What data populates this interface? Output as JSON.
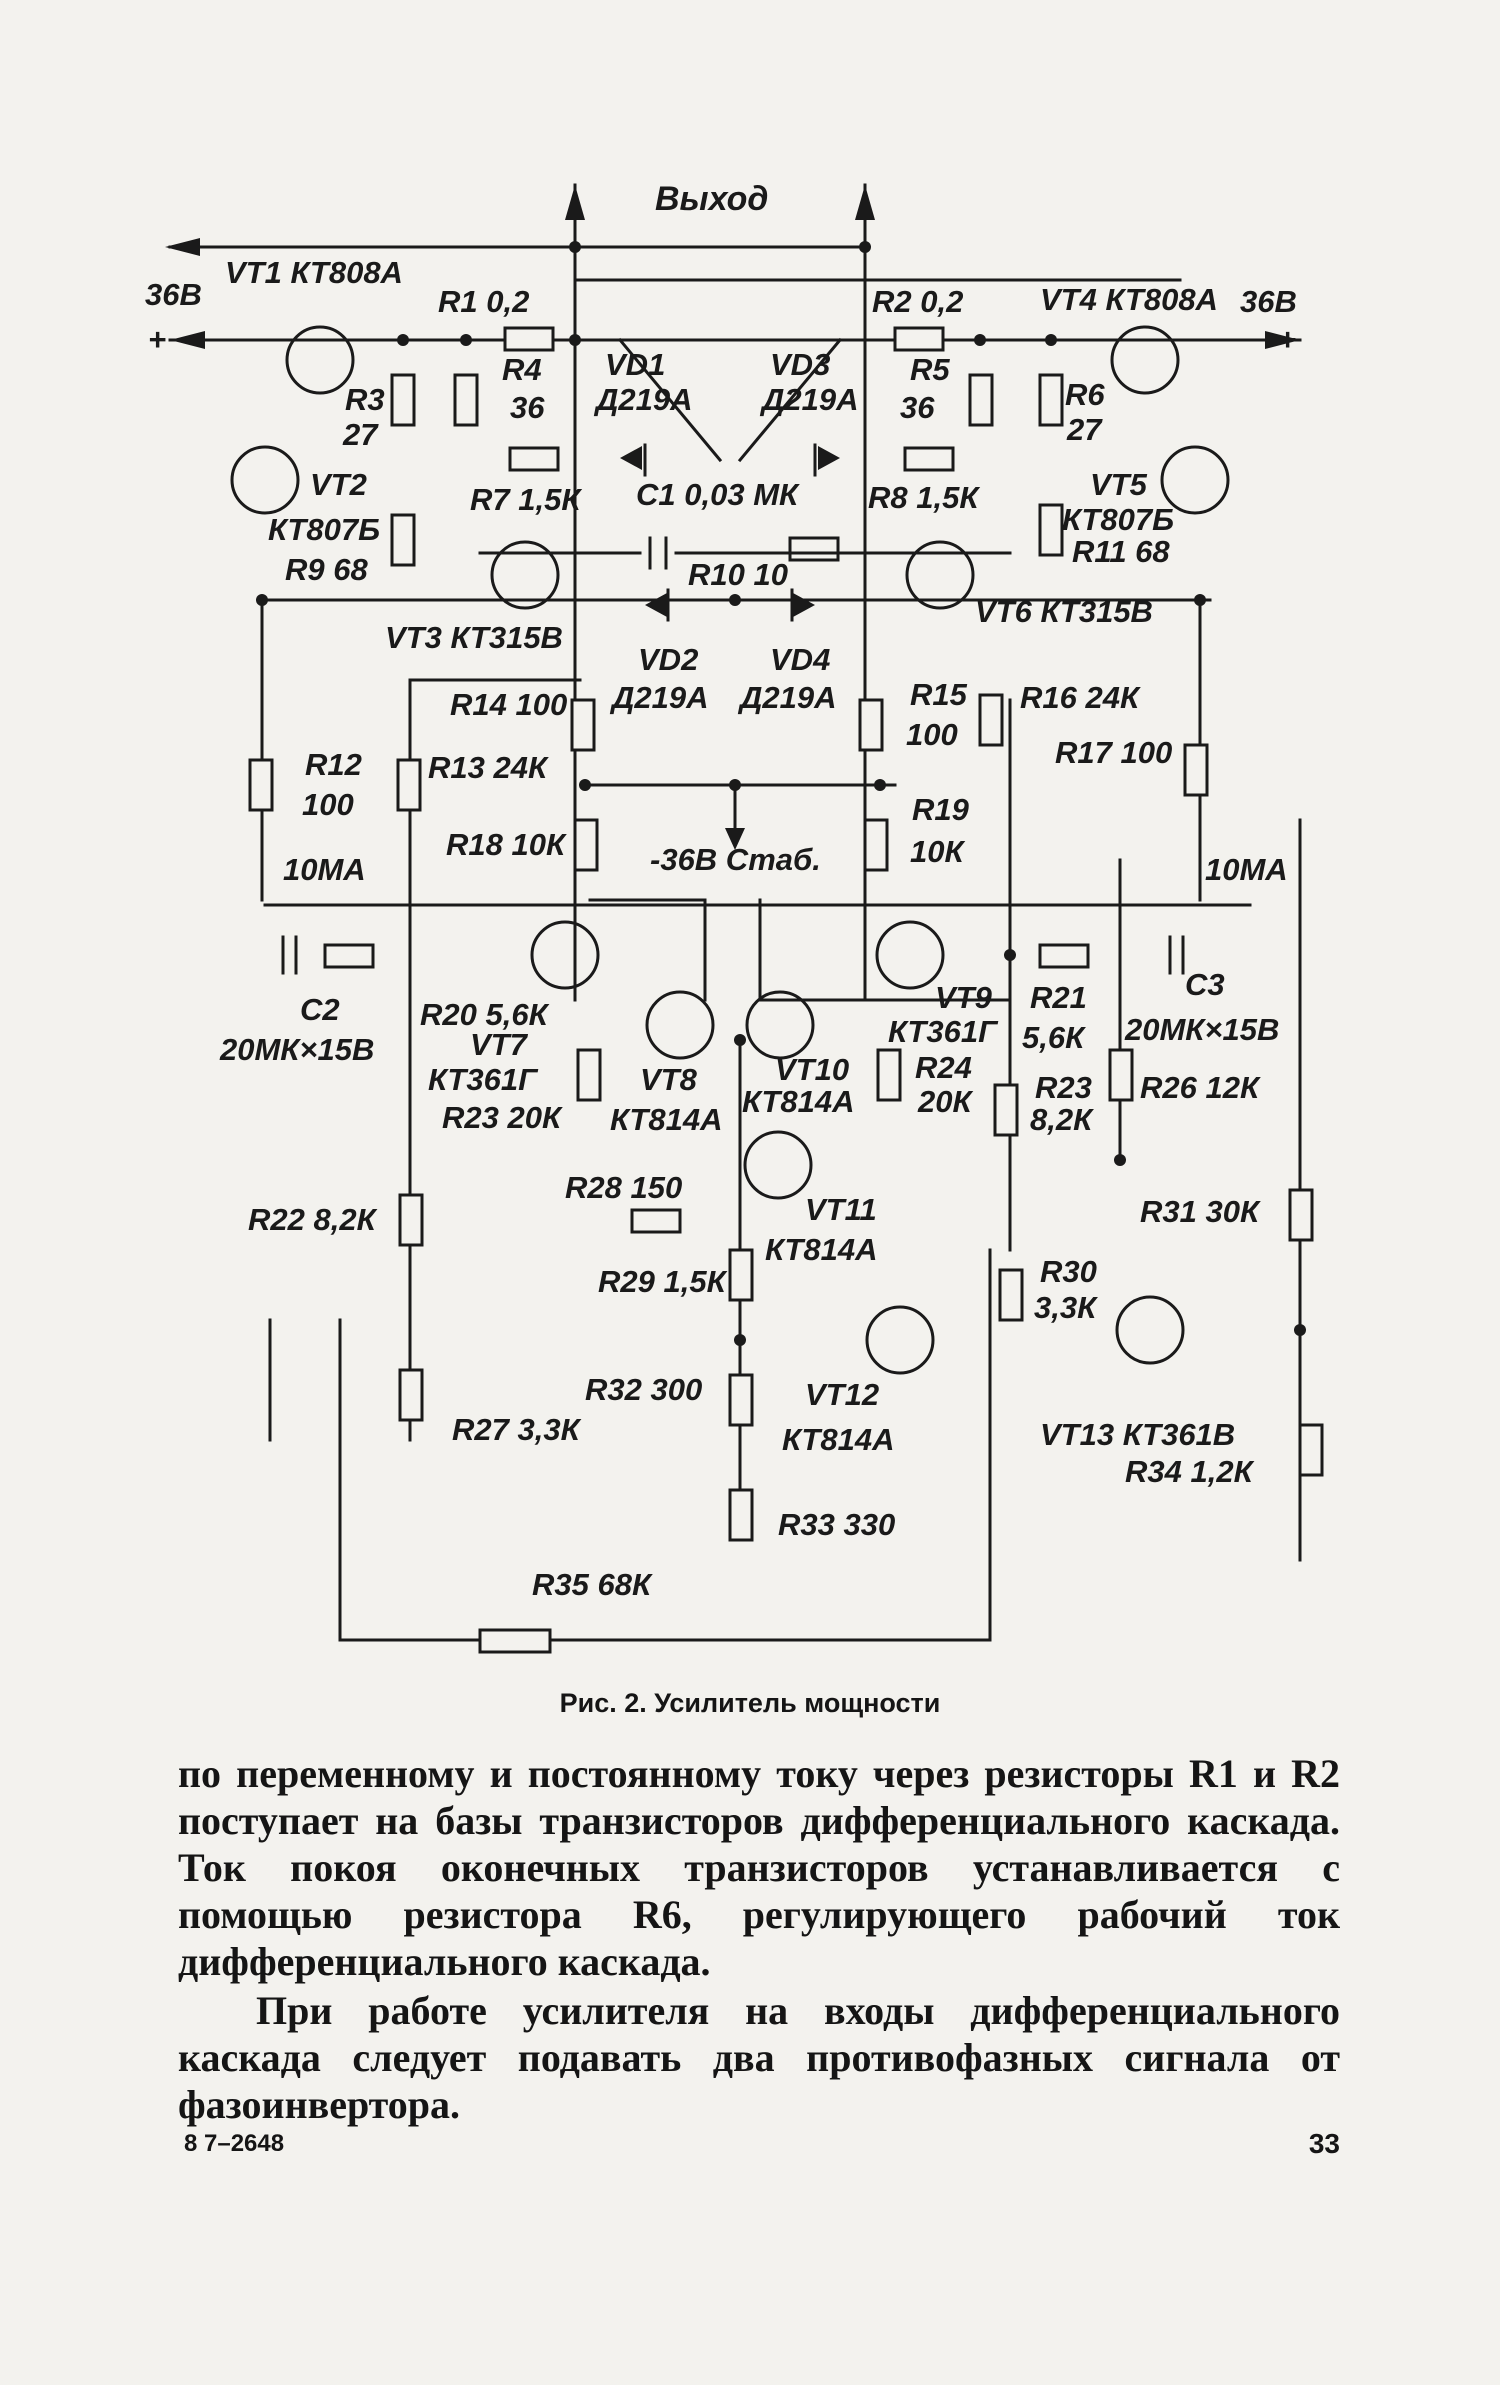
{
  "schematic": {
    "output_label": "Выход",
    "supply_left": "36В",
    "supply_right": "36В",
    "plus_left": "+",
    "plus_right": "+",
    "stab_label": "-36В Стаб.",
    "current_left": "10МА",
    "current_right": "10МА",
    "labels": [
      "VT1 КТ808А",
      "R1 0,2",
      "VD1",
      "Д219А",
      "VD3",
      "Д219А",
      "R2 0,2",
      "VT4 КТ808А",
      "R4",
      "36",
      "R5",
      "36",
      "R3",
      "27",
      "R6",
      "27",
      "VT2",
      "КТ807Б",
      "R9 68",
      "VT5",
      "КТ807Б",
      "R11 68",
      "R7 1,5К",
      "C1 0,03 МК",
      "R8 1,5К",
      "R10 10",
      "VT3 КТ315В",
      "VT6 КТ315В",
      "VD2",
      "Д219А",
      "VD4",
      "Д219А",
      "R14 100",
      "R15",
      "100",
      "R16 24К",
      "R17 100",
      "R12",
      "100",
      "R13 24К",
      "R18 10К",
      "R19",
      "10К",
      "C2",
      "20МК×15В",
      "R20 5,6К",
      "VT7",
      "КТ361Г",
      "R23 20К",
      "VT8",
      "КТ814А",
      "VT10",
      "КТ814А",
      "VT9",
      "КТ361Г",
      "R24",
      "20К",
      "R21",
      "5,6К",
      "C3",
      "20МК×15В",
      "R23",
      "8,2К",
      "R26 12К",
      "R28 150",
      "VT11",
      "КТ814А",
      "R29 1,5К",
      "R22 8,2К",
      "R31 30К",
      "R30",
      "3,3К",
      "VT13 КТ361В",
      "R34 1,2К",
      "R32 300",
      "VT12",
      "КТ814А",
      "R27 3,3К",
      "R33 330",
      "R35 68К"
    ]
  },
  "caption": "Рис. 2. Усилитель мощности",
  "paragraphs": [
    "по переменному и постоянному току через резисторы R1 и R2 поступает на базы транзисторов дифференциального каскада. Ток покоя оконечных транзисторов устанавливается с помощью резистора R6, регулирующего рабочий ток дифференциального каскада.",
    "При работе усилителя на входы дифференциального каскада следует подавать два противофазных сигнала от фазоинвертора."
  ],
  "footer": {
    "signature": "8 7–2648",
    "page_number": "33"
  }
}
